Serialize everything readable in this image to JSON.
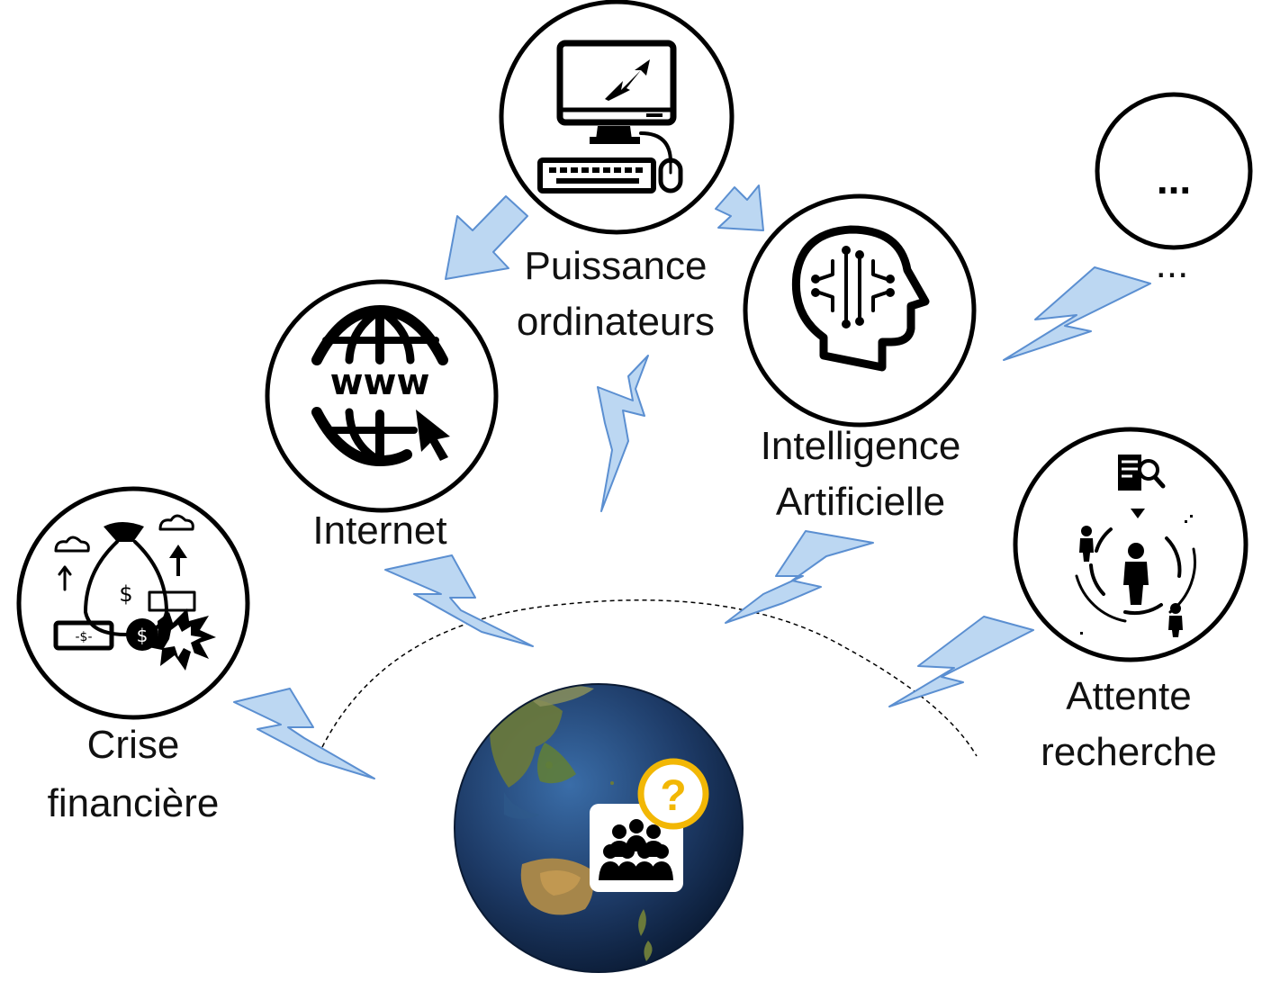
{
  "diagram": {
    "nodes": {
      "puissance": {
        "line1": "Puissance",
        "line2": "ordinateurs",
        "icon": "computer-growth-icon"
      },
      "internet": {
        "line1": "Internet",
        "icon": "globe-www-icon"
      },
      "ia": {
        "line1": "Intelligence",
        "line2": "Artificielle",
        "icon": "ai-brain-head-icon"
      },
      "future": {
        "inner": "...",
        "line1": "..."
      },
      "crise": {
        "line1": "Crise",
        "line2": "financière",
        "icon": "money-bag-crisis-icon"
      },
      "attente": {
        "line1": "Attente",
        "line2": "recherche",
        "icon": "person-search-icon"
      },
      "earth": {
        "icon": "earth-globe-icon",
        "badge": "?",
        "badge_icon": "audience-group-icon"
      }
    },
    "colors": {
      "bolt_fill": "#bcd7f2",
      "bolt_stroke": "#5b8fd1",
      "badge_ring": "#f2b705",
      "ocean": "#1d3a66",
      "land": "#6b7a3a"
    }
  }
}
